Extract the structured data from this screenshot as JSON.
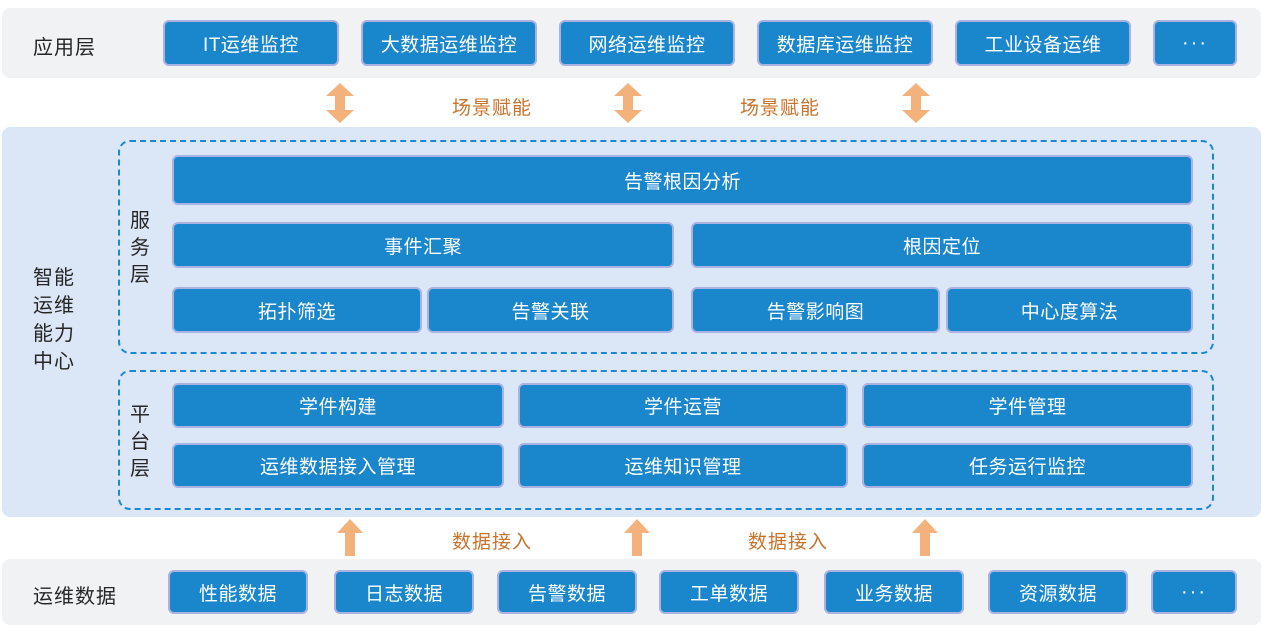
{
  "colors": {
    "box_blue": "#1a87cd",
    "box_border": "#a9b2e0",
    "band_gray": "#f1f2f4",
    "band_blue": "#dbe7f7",
    "dashed_border_blue": "#1c87d2",
    "arrow_fill": "#f3b27b",
    "arrow_label_orange": "#c9732d",
    "text_dark": "#262626",
    "box_text": "#ffffff"
  },
  "app_layer": {
    "label": "应用层",
    "boxes": [
      "IT运维监控",
      "大数据运维监控",
      "网络运维监控",
      "数据库运维监控",
      "工业设备运维",
      "···"
    ]
  },
  "scene_empowerment": {
    "labels": [
      "场景赋能",
      "场景赋能"
    ]
  },
  "capability_center": {
    "label_lines": [
      "智能",
      "运维",
      "能力",
      "中心"
    ],
    "service_layer": {
      "label_chars": [
        "服",
        "务",
        "层"
      ],
      "row1": [
        "告警根因分析"
      ],
      "row2": [
        "事件汇聚",
        "根因定位"
      ],
      "row3": [
        "拓扑筛选",
        "告警关联",
        "告警影响图",
        "中心度算法"
      ]
    },
    "platform_layer": {
      "label_chars": [
        "平",
        "台",
        "层"
      ],
      "row1": [
        "学件构建",
        "学件运营",
        "学件管理"
      ],
      "row2": [
        "运维数据接入管理",
        "运维知识管理",
        "任务运行监控"
      ]
    }
  },
  "data_access": {
    "labels": [
      "数据接入",
      "数据接入"
    ]
  },
  "data_layer": {
    "label": "运维数据",
    "boxes": [
      "性能数据",
      "日志数据",
      "告警数据",
      "工单数据",
      "业务数据",
      "资源数据",
      "···"
    ]
  }
}
